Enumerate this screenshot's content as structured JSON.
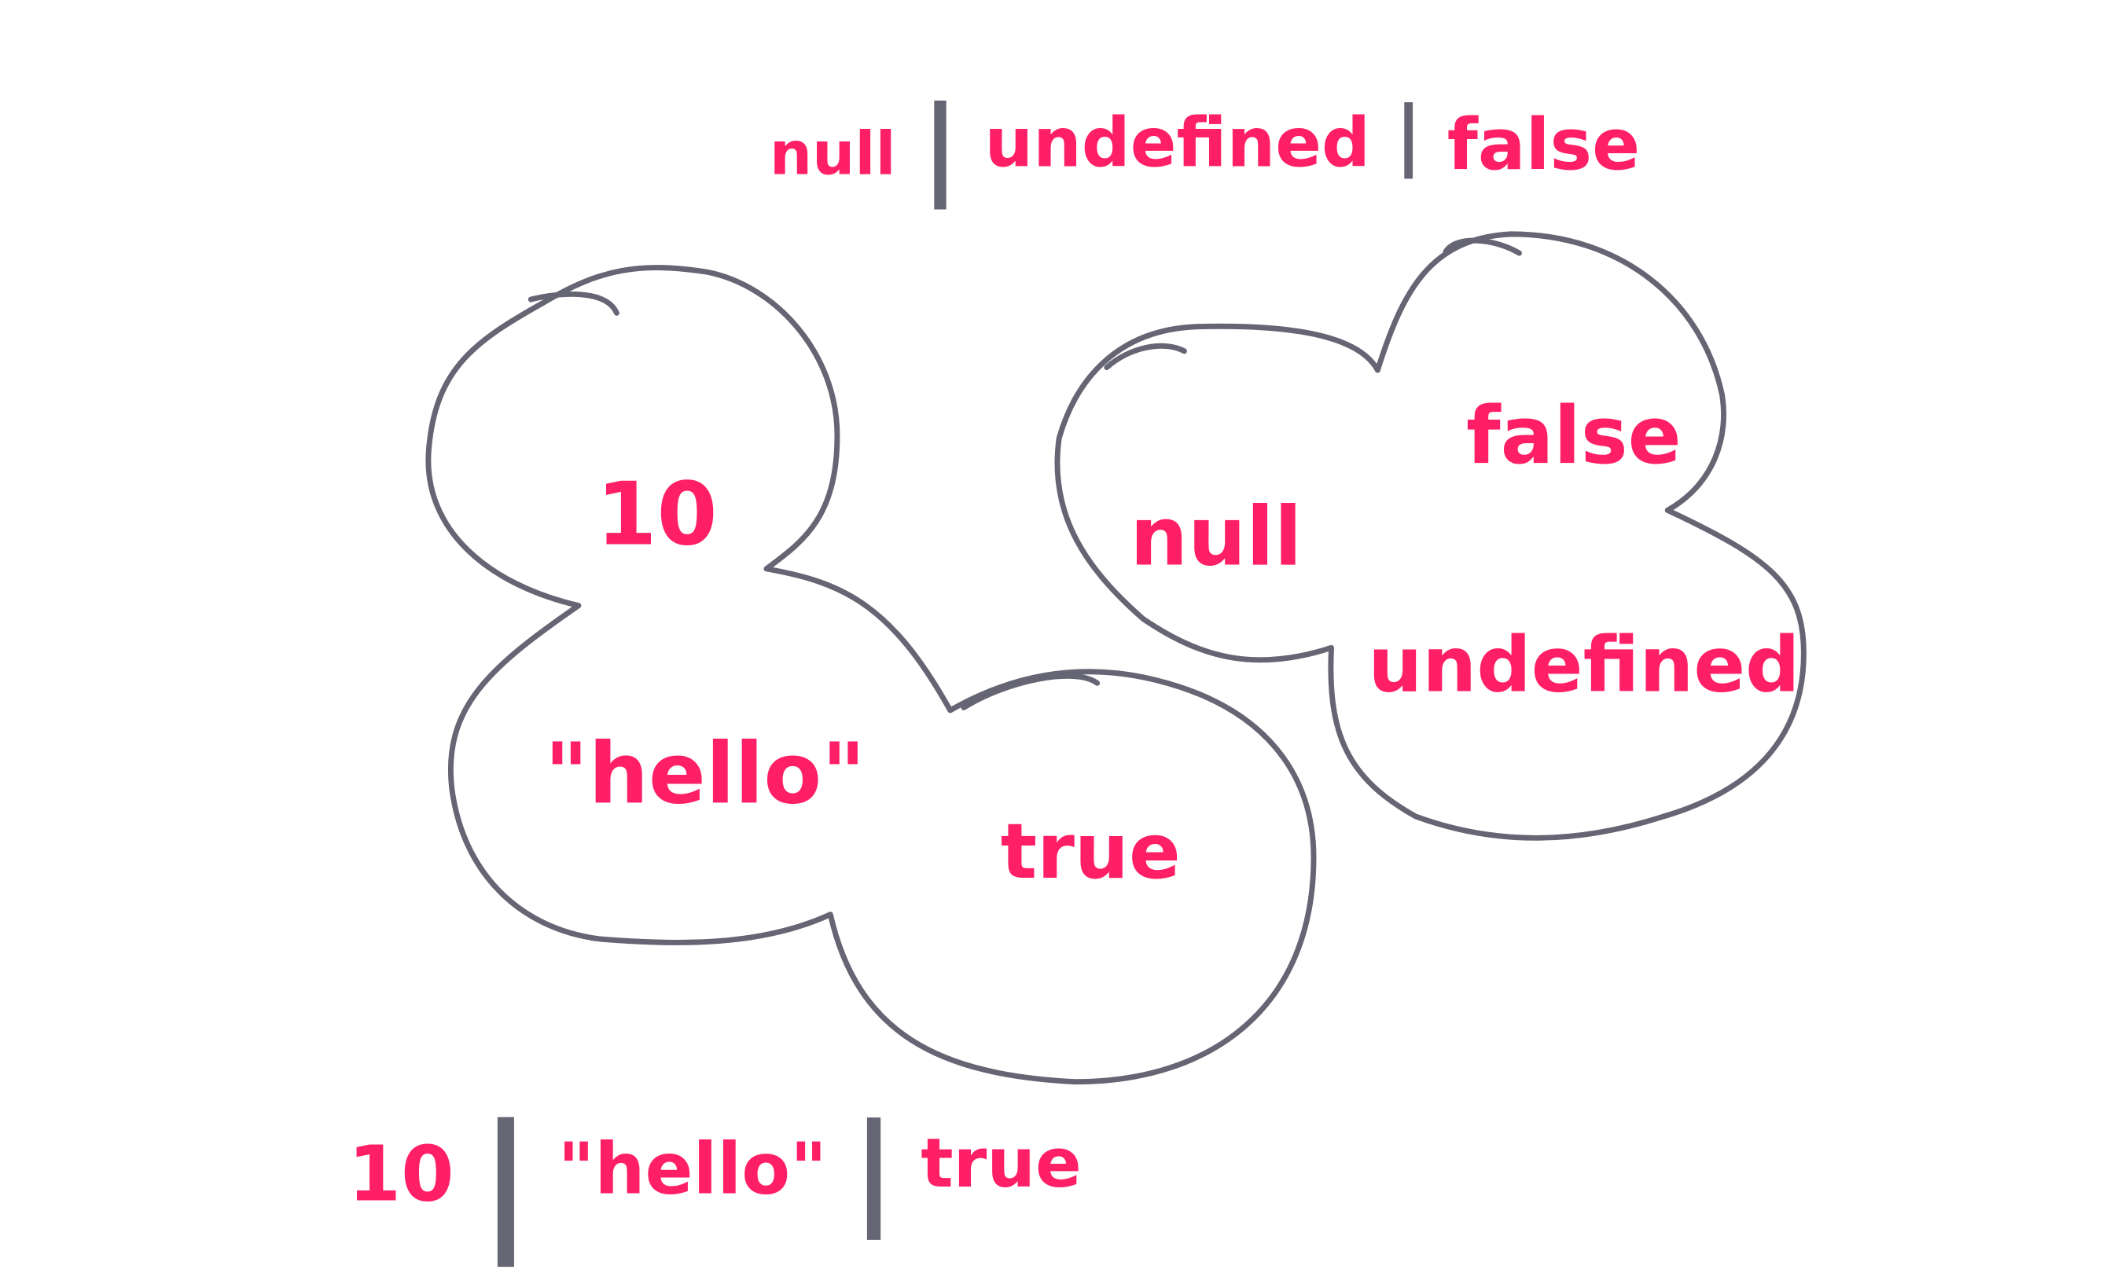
{
  "colors": {
    "value": "#ff1f66",
    "outline": "#656574"
  },
  "top_union": {
    "items": [
      "null",
      "undefined",
      "false"
    ],
    "separator": "|"
  },
  "bottom_union": {
    "items": [
      "10",
      "\"hello\"",
      "true"
    ],
    "separator": "|"
  },
  "left_cloud": {
    "values": [
      "10",
      "\"hello\"",
      "true"
    ]
  },
  "right_cloud": {
    "values": [
      "null",
      "false",
      "undefined"
    ]
  }
}
